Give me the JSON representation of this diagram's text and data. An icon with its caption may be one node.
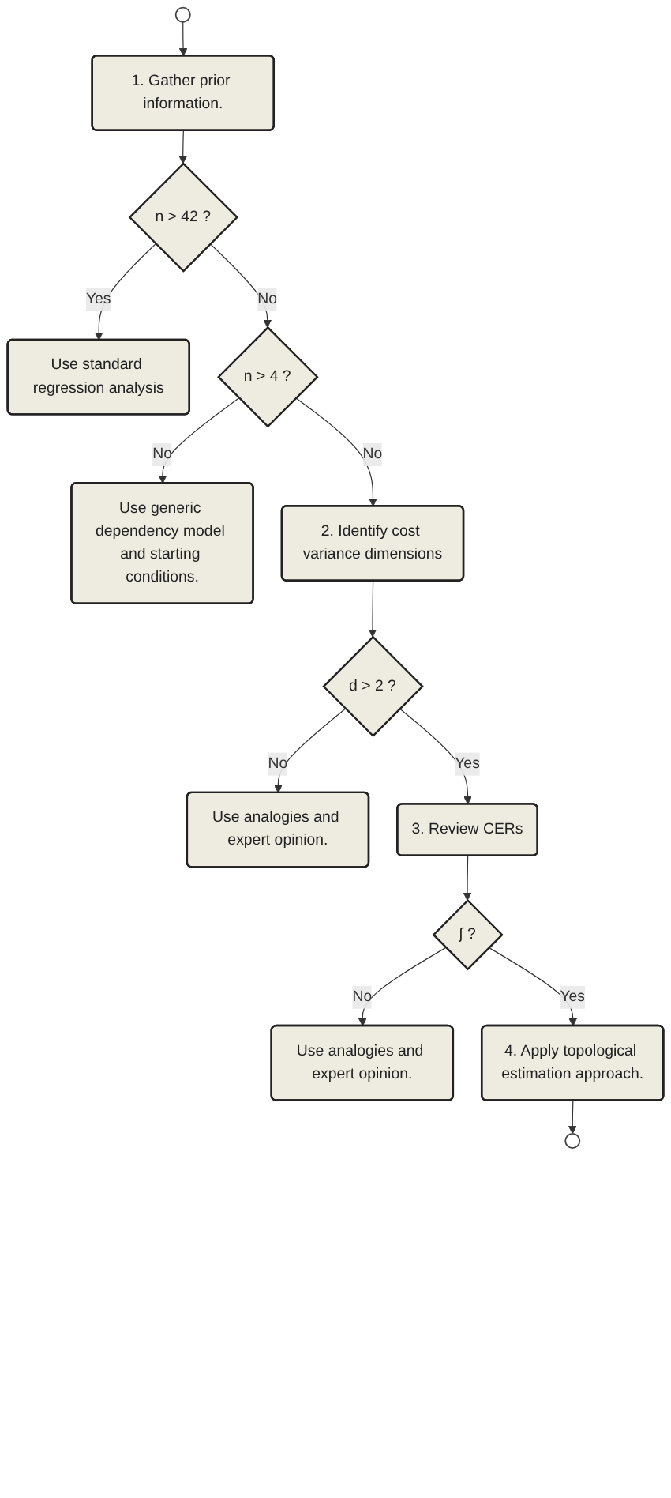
{
  "diagram": {
    "nodes": [
      {
        "text": [],
        "shape": "circle"
      },
      {
        "text": [
          "1. Gather prior information."
        ]
      },
      {
        "text": [
          "n > 42 ?"
        ]
      },
      {
        "text": [
          "Use standard regression analysis"
        ]
      },
      {
        "text": [
          "n > 4 ?"
        ]
      },
      {
        "text": [
          "Use generic dependency model and starting conditions."
        ]
      },
      {
        "text": [
          "2. Identify cost variance dimensions"
        ]
      },
      {
        "text": [
          "d > 2 ?"
        ]
      },
      {
        "text": [
          "Use analogies and expert opinion."
        ]
      },
      {
        "text": [
          "3. Review CERs"
        ]
      },
      {
        "text": [
          "∫ ?"
        ]
      },
      {
        "text": [
          "Use analogies and expert opinion."
        ]
      },
      {
        "text": [
          "4. Apply topological estimation approach."
        ]
      },
      {
        "text": [],
        "shape": "circle"
      }
    ],
    "edges": [
      {
        "from": 0,
        "to": 1,
        "arrow": "to"
      },
      {
        "from": 1,
        "to": 2,
        "arrow": "to"
      },
      {
        "from": 2,
        "to": 3,
        "label": "Yes",
        "arrow": "to"
      },
      {
        "from": 2,
        "to": 4,
        "label": "No",
        "arrow": "to"
      },
      {
        "from": 4,
        "to": 5,
        "label": "No",
        "arrow": "to"
      },
      {
        "from": 4,
        "to": 6,
        "label": "No",
        "arrow": "to"
      },
      {
        "from": 6,
        "to": 7,
        "arrow": "to"
      },
      {
        "from": 7,
        "to": 8,
        "label": "No",
        "arrow": "to"
      },
      {
        "from": 7,
        "to": 9,
        "label": "Yes",
        "arrow": "to"
      },
      {
        "from": 9,
        "to": 10,
        "arrow": "to"
      },
      {
        "from": 10,
        "to": 11,
        "label": "No",
        "arrow": "to"
      },
      {
        "from": 10,
        "to": 12,
        "label": "Yes",
        "arrow": "to"
      },
      {
        "from": 12,
        "to": 13,
        "arrow": "to"
      }
    ]
  }
}
